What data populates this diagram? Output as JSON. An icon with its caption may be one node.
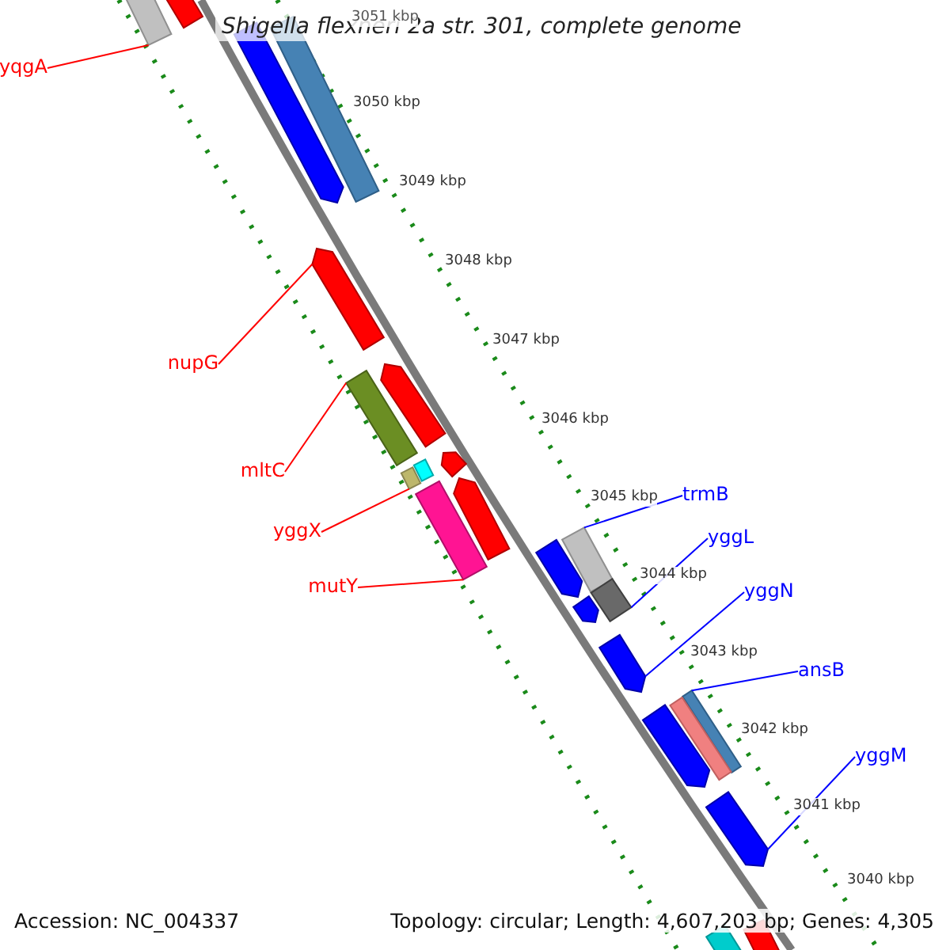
{
  "diagram": {
    "title": "Shigella flexneri 2a str. 301, complete genome",
    "nodes": [
      {
        "text": [
          "yqgA"
        ]
      },
      {
        "text": [
          "nupG"
        ]
      },
      {
        "text": [
          "mltC"
        ]
      },
      {
        "text": [
          "yggX"
        ]
      },
      {
        "text": [
          "mutY"
        ]
      },
      {
        "text": [
          "trmB"
        ]
      },
      {
        "text": [
          "yggL"
        ]
      },
      {
        "text": [
          "yggN"
        ]
      },
      {
        "text": [
          "ansB"
        ]
      },
      {
        "text": [
          "yggM"
        ]
      },
      {
        "text": [],
        "shape": "bar"
      },
      {
        "text": [],
        "shape": "bar"
      },
      {
        "text": [],
        "shape": "bar"
      },
      {
        "text": [],
        "shape": "bar"
      },
      {
        "text": [],
        "shape": "bar"
      },
      {
        "text": [],
        "shape": "bar"
      },
      {
        "text": [],
        "shape": "bar"
      },
      {
        "text": [],
        "shape": "bar"
      },
      {
        "text": [],
        "shape": "bar"
      },
      {
        "text": [],
        "shape": "bar"
      },
      {
        "text": [],
        "shape": "bar"
      },
      {
        "text": [],
        "shape": "bar"
      },
      {
        "text": [],
        "shape": "bar"
      },
      {
        "text": [],
        "shape": "bar"
      },
      {
        "text": [],
        "shape": "bar"
      },
      {
        "text": [],
        "shape": "bar"
      },
      {
        "text": [],
        "shape": "bar"
      },
      {
        "text": [],
        "shape": "bar"
      },
      {
        "text": [],
        "shape": "bar"
      },
      {
        "text": [],
        "shape": "bar"
      },
      {
        "text": [],
        "shape": "bar"
      },
      {
        "text": [],
        "shape": "bar"
      },
      {
        "text": [],
        "shape": "bar"
      }
    ],
    "edges": [
      {
        "from": 0,
        "to": 10,
        "arrow": "none",
        "color": "#ff0000"
      },
      {
        "from": 1,
        "to": 11,
        "arrow": "none",
        "color": "#ff0000"
      },
      {
        "from": 2,
        "to": 12,
        "arrow": "none",
        "color": "#ff0000"
      },
      {
        "from": 3,
        "to": 13,
        "arrow": "none",
        "color": "#ff0000"
      },
      {
        "from": 4,
        "to": 14,
        "arrow": "none",
        "color": "#ff0000"
      },
      {
        "from": 5,
        "to": 15,
        "arrow": "none",
        "color": "#0000ff"
      },
      {
        "from": 6,
        "to": 16,
        "arrow": "none",
        "color": "#0000ff"
      },
      {
        "from": 7,
        "to": 17,
        "arrow": "none",
        "color": "#0000ff"
      },
      {
        "from": 8,
        "to": 18,
        "arrow": "none",
        "color": "#0000ff"
      },
      {
        "from": 9,
        "to": 19,
        "arrow": "none",
        "color": "#0000ff"
      }
    ],
    "labels": [
      "3051 kbp",
      "3050 kbp",
      "3049 kbp",
      "3048 kbp",
      "3047 kbp",
      "3046 kbp",
      "3045 kbp",
      "3044 kbp",
      "3043 kbp",
      "3042 kbp",
      "3041 kbp",
      "3040 kbp",
      "Accession: NC_004337",
      "Topology: circular; Length: 4,607,203 bp; Genes: 4,305"
    ]
  }
}
